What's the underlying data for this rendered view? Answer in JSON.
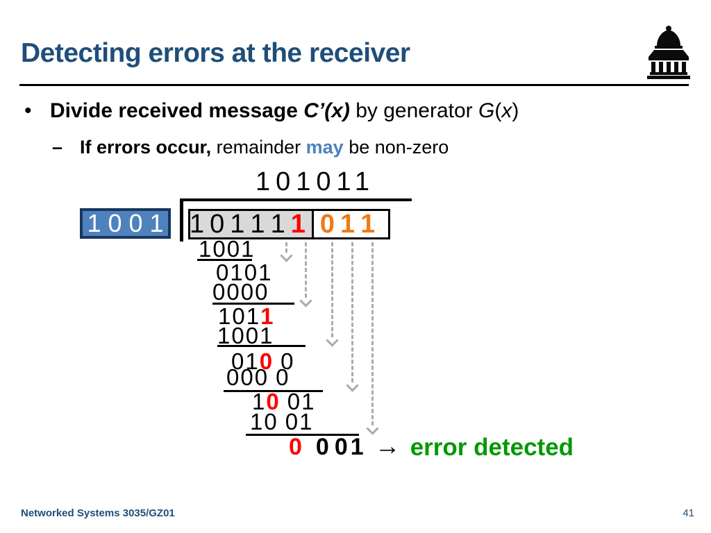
{
  "slide": {
    "title": "Detecting errors at the receiver",
    "footer_left": "Networked Systems 3035/GZ01",
    "page_number": "41",
    "logo": "ucl-portico-logo"
  },
  "bullets": {
    "main": {
      "marker": "•",
      "segments": [
        {
          "t": "Divide received message ",
          "b": true
        },
        {
          "t": "C’(x)",
          "b": true,
          "i": true
        },
        {
          "t": " by generator "
        },
        {
          "t": "G",
          "i": true
        },
        {
          "t": "("
        },
        {
          "t": "x",
          "i": true
        },
        {
          "t": ")"
        }
      ]
    },
    "sub": {
      "marker": "–",
      "segments": [
        {
          "t": "If errors occur, ",
          "b": true
        },
        {
          "t": "remainder "
        },
        {
          "t": "may ",
          "b": true,
          "c": "#4F81BD"
        },
        {
          "t": "be non-zero"
        }
      ]
    }
  },
  "division": {
    "quotient": "101011",
    "divisor": "1 0 0 1",
    "dividend": {
      "received_part": [
        {
          "d": "1"
        },
        {
          "d": "0"
        },
        {
          "d": "1"
        },
        {
          "d": "1"
        },
        {
          "d": "1"
        },
        {
          "d": "1",
          "c": "red"
        }
      ],
      "checksum_part": [
        {
          "d": "0",
          "c": "orange"
        },
        {
          "d": "1",
          "c": "orange"
        },
        {
          "d": "1",
          "c": "orange"
        }
      ]
    },
    "rows": [
      {
        "cells": [
          {
            "d": "1"
          },
          {
            "d": "0"
          },
          {
            "d": "0"
          },
          {
            "d": "1"
          }
        ]
      },
      {
        "cells": [
          {
            "d": "0"
          },
          {
            "d": "1"
          },
          {
            "d": "0"
          },
          {
            "d": "1"
          }
        ]
      },
      {
        "cells": [
          {
            "d": "0"
          },
          {
            "d": "0"
          },
          {
            "d": "0"
          },
          {
            "d": "0"
          }
        ]
      },
      {
        "cells": [
          {
            "d": "1"
          },
          {
            "d": "0"
          },
          {
            "d": "1"
          },
          {
            "d": "1",
            "c": "red"
          }
        ]
      },
      {
        "cells": [
          {
            "d": "1"
          },
          {
            "d": "0"
          },
          {
            "d": "0"
          },
          {
            "d": "1"
          }
        ]
      },
      {
        "cells": [
          {
            "d": "0"
          },
          {
            "d": "1"
          },
          {
            "d": "0",
            "c": "red"
          },
          {
            "d": "0",
            "g": true
          }
        ]
      },
      {
        "cells": [
          {
            "d": "0"
          },
          {
            "d": "0"
          },
          {
            "d": "0"
          },
          {
            "d": "0",
            "g": true
          }
        ]
      },
      {
        "cells": [
          {
            "d": "1"
          },
          {
            "d": "0",
            "c": "red"
          },
          {
            "d": "0",
            "g": true
          },
          {
            "d": "1"
          }
        ]
      },
      {
        "cells": [
          {
            "d": "1"
          },
          {
            "d": "0"
          },
          {
            "d": "0",
            "g": true
          },
          {
            "d": "1"
          }
        ]
      }
    ],
    "remainder": {
      "cells": [
        {
          "d": "0",
          "c": "red"
        },
        {
          "d": "0"
        },
        {
          "d": "0"
        },
        {
          "d": "1"
        }
      ],
      "arrow": "→",
      "label": "error detected"
    }
  },
  "colors": {
    "title_blue": "#1F4E79",
    "accent_red": "#FF0000",
    "accent_orange": "#EE7B17",
    "highlight_blue": "#4F81BD",
    "success_green": "#009900",
    "dividend_gray": "#D9D9D9",
    "divisor_fill": "#4F81BD",
    "divisor_border": "#17365D",
    "arrow_gray": "#ABABAB"
  }
}
